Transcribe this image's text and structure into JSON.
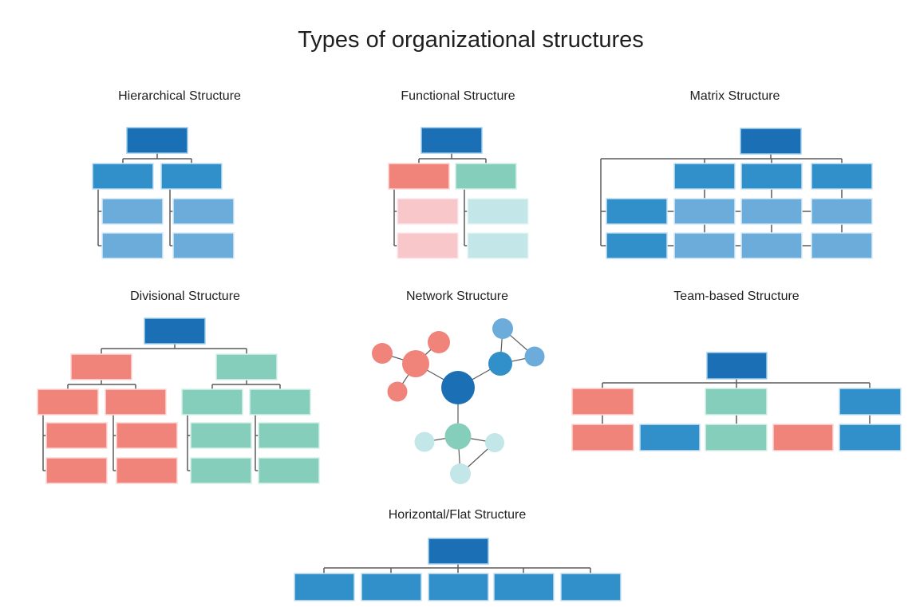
{
  "page_title": "Types of organizational structures",
  "colors": {
    "darkBlue": {
      "fill": "#1b6fb5",
      "stroke": "#9fcfeb"
    },
    "medBlue": {
      "fill": "#3190c9",
      "stroke": "#c6e1f3"
    },
    "lightBlue": {
      "fill": "#6cacda",
      "stroke": "#daebf8"
    },
    "salmon": {
      "fill": "#f0837a",
      "stroke": "#fad9d7"
    },
    "pink": {
      "fill": "#f8c7ca",
      "stroke": "#fdeaec"
    },
    "teal": {
      "fill": "#85cebc",
      "stroke": "#d8f0e8"
    },
    "lightTeal": {
      "fill": "#c3e6e8",
      "stroke": "#e9f7f7"
    },
    "connector": "#5a5a5a"
  },
  "panels": [
    {
      "id": "hierarchical",
      "title": "Hierarchical Structure",
      "line_width": 1.5,
      "rects": [
        [
          159,
          160,
          76,
          32,
          "darkBlue"
        ],
        [
          116,
          205,
          76,
          32,
          "medBlue"
        ],
        [
          202,
          205,
          76,
          32,
          "medBlue"
        ],
        [
          128,
          249,
          76,
          32,
          "lightBlue"
        ],
        [
          217,
          249,
          76,
          32,
          "lightBlue"
        ],
        [
          128,
          292,
          76,
          32,
          "lightBlue"
        ],
        [
          217,
          292,
          76,
          32,
          "lightBlue"
        ]
      ],
      "lines": [
        [
          197,
          192,
          197,
          199
        ],
        [
          154,
          199,
          240,
          199
        ],
        [
          154,
          199,
          154,
          205
        ],
        [
          240,
          199,
          240,
          205
        ],
        [
          123,
          237,
          123,
          308
        ],
        [
          123,
          265,
          128,
          265
        ],
        [
          123,
          308,
          128,
          308
        ],
        [
          213,
          237,
          213,
          308
        ],
        [
          213,
          265,
          217,
          265
        ],
        [
          213,
          308,
          217,
          308
        ]
      ],
      "circles": []
    },
    {
      "id": "functional",
      "title": "Functional Structure",
      "line_width": 1.5,
      "rects": [
        [
          528,
          160,
          76,
          32,
          "darkBlue"
        ],
        [
          487,
          205,
          76,
          32,
          "salmon"
        ],
        [
          571,
          205,
          76,
          32,
          "teal"
        ],
        [
          498,
          249,
          76,
          32,
          "pink"
        ],
        [
          586,
          249,
          76,
          32,
          "lightTeal"
        ],
        [
          498,
          292,
          76,
          32,
          "pink"
        ],
        [
          586,
          292,
          76,
          32,
          "lightTeal"
        ]
      ],
      "lines": [
        [
          566,
          192,
          566,
          199
        ],
        [
          525,
          199,
          609,
          199
        ],
        [
          525,
          199,
          525,
          205
        ],
        [
          609,
          199,
          609,
          205
        ],
        [
          494,
          237,
          494,
          308
        ],
        [
          494,
          265,
          498,
          265
        ],
        [
          494,
          308,
          498,
          308
        ],
        [
          582,
          237,
          582,
          308
        ],
        [
          582,
          265,
          586,
          265
        ],
        [
          582,
          308,
          586,
          308
        ]
      ],
      "circles": []
    },
    {
      "id": "matrix",
      "title": "Matrix Structure",
      "line_width": 1.5,
      "rects": [
        [
          928,
          161,
          76,
          32,
          "darkBlue"
        ],
        [
          845,
          205,
          76,
          32,
          "medBlue"
        ],
        [
          929,
          205,
          76,
          32,
          "medBlue"
        ],
        [
          1017,
          205,
          76,
          32,
          "medBlue"
        ],
        [
          760,
          249,
          76,
          32,
          "medBlue"
        ],
        [
          845,
          249,
          76,
          32,
          "lightBlue"
        ],
        [
          929,
          249,
          76,
          32,
          "lightBlue"
        ],
        [
          1017,
          249,
          76,
          32,
          "lightBlue"
        ],
        [
          760,
          292,
          76,
          32,
          "medBlue"
        ],
        [
          845,
          292,
          76,
          32,
          "lightBlue"
        ],
        [
          929,
          292,
          76,
          32,
          "lightBlue"
        ],
        [
          1017,
          292,
          76,
          32,
          "lightBlue"
        ]
      ],
      "lines": [
        [
          966,
          193,
          966,
          199
        ],
        [
          753,
          199,
          1055,
          199
        ],
        [
          883,
          199,
          883,
          205
        ],
        [
          967,
          199,
          967,
          205
        ],
        [
          1055,
          199,
          1055,
          205
        ],
        [
          753,
          199,
          753,
          308
        ],
        [
          753,
          265,
          760,
          265
        ],
        [
          753,
          308,
          760,
          308
        ],
        [
          883,
          237,
          883,
          249
        ],
        [
          967,
          237,
          967,
          249
        ],
        [
          1055,
          237,
          1055,
          249
        ],
        [
          883,
          281,
          883,
          292
        ],
        [
          967,
          281,
          967,
          292
        ],
        [
          1055,
          281,
          1055,
          292
        ],
        [
          836,
          265,
          845,
          265
        ],
        [
          921,
          265,
          929,
          265
        ],
        [
          1005,
          265,
          1017,
          265
        ],
        [
          836,
          308,
          845,
          308
        ],
        [
          921,
          308,
          929,
          308
        ],
        [
          1005,
          308,
          1017,
          308
        ]
      ],
      "circles": []
    },
    {
      "id": "divisional",
      "title": "Divisional Structure",
      "line_width": 1.5,
      "rects": [
        [
          181,
          399,
          76,
          32,
          "darkBlue"
        ],
        [
          89,
          444,
          76,
          32,
          "salmon"
        ],
        [
          271,
          444,
          76,
          32,
          "teal"
        ],
        [
          47,
          488,
          76,
          32,
          "salmon"
        ],
        [
          132,
          488,
          76,
          32,
          "salmon"
        ],
        [
          228,
          488,
          76,
          32,
          "teal"
        ],
        [
          313,
          488,
          76,
          32,
          "teal"
        ],
        [
          58,
          530,
          76,
          32,
          "salmon"
        ],
        [
          58,
          574,
          76,
          32,
          "salmon"
        ],
        [
          146,
          530,
          76,
          32,
          "salmon"
        ],
        [
          146,
          574,
          76,
          32,
          "salmon"
        ],
        [
          239,
          530,
          76,
          32,
          "teal"
        ],
        [
          239,
          574,
          76,
          32,
          "teal"
        ],
        [
          324,
          530,
          76,
          32,
          "teal"
        ],
        [
          324,
          574,
          76,
          32,
          "teal"
        ]
      ],
      "lines": [
        [
          219,
          431,
          219,
          437
        ],
        [
          127,
          437,
          309,
          437
        ],
        [
          127,
          437,
          127,
          444
        ],
        [
          309,
          437,
          309,
          444
        ],
        [
          127,
          476,
          127,
          482
        ],
        [
          85,
          482,
          170,
          482
        ],
        [
          85,
          482,
          85,
          488
        ],
        [
          170,
          482,
          170,
          488
        ],
        [
          309,
          476,
          309,
          482
        ],
        [
          266,
          482,
          351,
          482
        ],
        [
          266,
          482,
          266,
          488
        ],
        [
          351,
          482,
          351,
          488
        ],
        [
          54,
          520,
          54,
          590
        ],
        [
          54,
          546,
          58,
          546
        ],
        [
          54,
          590,
          58,
          590
        ],
        [
          142,
          520,
          142,
          590
        ],
        [
          142,
          546,
          146,
          546
        ],
        [
          142,
          590,
          146,
          590
        ],
        [
          235,
          520,
          235,
          590
        ],
        [
          235,
          546,
          239,
          546
        ],
        [
          235,
          590,
          239,
          590
        ],
        [
          320,
          520,
          320,
          590
        ],
        [
          320,
          546,
          324,
          546
        ],
        [
          320,
          590,
          324,
          590
        ]
      ],
      "circles": []
    },
    {
      "id": "network",
      "title": "Network Structure",
      "line_width": 1.2,
      "rects": [],
      "lines": [
        [
          574,
          486,
          521,
          456
        ],
        [
          574,
          486,
          627,
          456
        ],
        [
          574,
          486,
          574,
          547
        ],
        [
          521,
          456,
          550,
          429
        ],
        [
          521,
          456,
          479,
          443
        ],
        [
          521,
          456,
          498,
          491
        ],
        [
          627,
          456,
          630,
          412
        ],
        [
          627,
          456,
          670,
          447
        ],
        [
          630,
          412,
          670,
          447
        ],
        [
          574,
          547,
          532,
          554
        ],
        [
          574,
          547,
          620,
          555
        ],
        [
          574,
          547,
          577,
          594
        ],
        [
          577,
          594,
          620,
          555
        ]
      ],
      "circles": [
        [
          574,
          486,
          21,
          "darkBlue"
        ],
        [
          521,
          456,
          17,
          "salmon"
        ],
        [
          550,
          429,
          14,
          "salmon"
        ],
        [
          479,
          443,
          13,
          "salmon"
        ],
        [
          498,
          491,
          12.5,
          "salmon"
        ],
        [
          627,
          456,
          15,
          "medBlue"
        ],
        [
          630,
          412,
          13,
          "lightBlue"
        ],
        [
          670,
          447,
          12.5,
          "lightBlue"
        ],
        [
          574,
          547,
          16.5,
          "teal"
        ],
        [
          532,
          554,
          12.5,
          "lightTeal"
        ],
        [
          620,
          555,
          12,
          "lightTeal"
        ],
        [
          577,
          594,
          13,
          "lightTeal"
        ]
      ]
    },
    {
      "id": "team-based",
      "title": "Team-based Structure",
      "line_width": 1.5,
      "rects": [
        [
          886,
          442,
          75,
          33,
          "darkBlue"
        ],
        [
          717,
          487,
          77,
          33,
          "salmon"
        ],
        [
          884,
          487,
          77,
          33,
          "teal"
        ],
        [
          1052,
          487,
          77,
          33,
          "medBlue"
        ],
        [
          717,
          532,
          77,
          33,
          "salmon"
        ],
        [
          802,
          532,
          75,
          33,
          "medBlue"
        ],
        [
          884,
          532,
          77,
          33,
          "teal"
        ],
        [
          969,
          532,
          75,
          33,
          "salmon"
        ],
        [
          1052,
          532,
          77,
          33,
          "medBlue"
        ]
      ],
      "lines": [
        [
          923,
          475,
          923,
          480
        ],
        [
          755,
          480,
          1090,
          480
        ],
        [
          755,
          480,
          755,
          487
        ],
        [
          923,
          480,
          923,
          487
        ],
        [
          1090,
          480,
          1090,
          487
        ],
        [
          755,
          520,
          755,
          532
        ],
        [
          923,
          520,
          923,
          532
        ],
        [
          1090,
          520,
          1090,
          532
        ]
      ],
      "circles": []
    },
    {
      "id": "horizontal-flat",
      "title": "Horizontal/Flat Structure",
      "line_width": 1.5,
      "rects": [
        [
          537,
          675,
          75,
          32,
          "darkBlue"
        ],
        [
          369,
          719,
          75,
          34,
          "medBlue"
        ],
        [
          453,
          719,
          75,
          34,
          "medBlue"
        ],
        [
          537,
          719,
          75,
          34,
          "medBlue"
        ],
        [
          619,
          719,
          75,
          34,
          "medBlue"
        ],
        [
          703,
          719,
          75,
          34,
          "medBlue"
        ]
      ],
      "lines": [
        [
          574,
          707,
          574,
          712
        ],
        [
          406,
          712,
          740,
          712
        ],
        [
          406,
          712,
          406,
          719
        ],
        [
          490,
          712,
          490,
          719
        ],
        [
          574,
          712,
          574,
          719
        ],
        [
          656,
          712,
          656,
          719
        ],
        [
          740,
          712,
          740,
          719
        ]
      ],
      "circles": []
    }
  ]
}
